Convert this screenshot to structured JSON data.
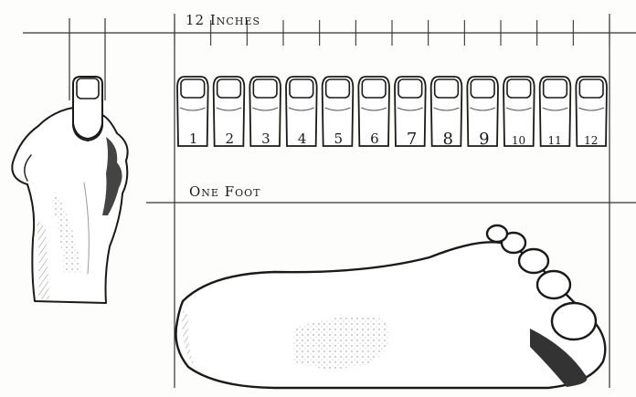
{
  "top_label": "12 Inches",
  "bottom_label": "One Foot",
  "thumb_numbers": [
    "1",
    "2",
    "3",
    "4",
    "5",
    "6",
    "7",
    "8",
    "9",
    "10",
    "11",
    "12"
  ]
}
